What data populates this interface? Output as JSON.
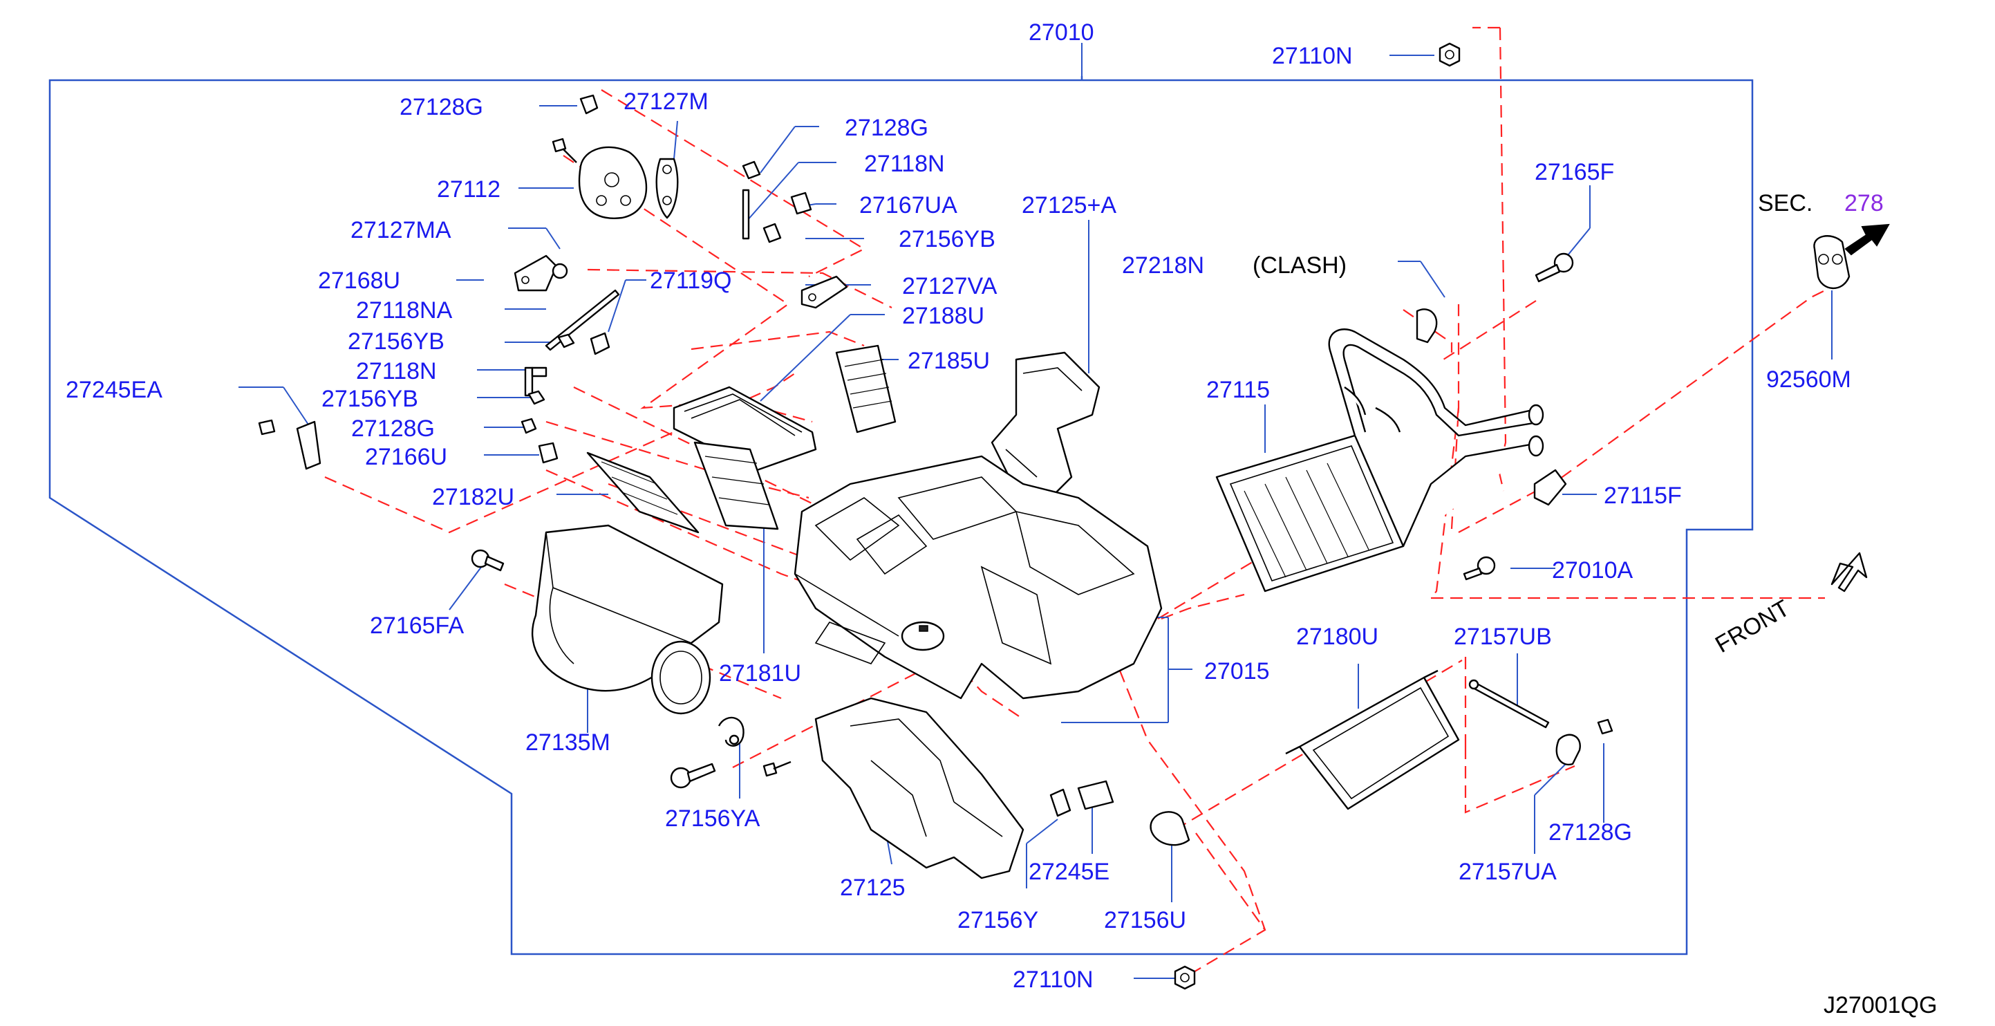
{
  "diagram_title_code": "27010",
  "diagram_ref": "J27001QG",
  "section_ref": {
    "prefix": "SEC.",
    "number": "278",
    "number_color": "#8a2be2"
  },
  "front_label": "FRONT",
  "clash_label": "(CLASH)",
  "colors": {
    "callout": "#1a1aee",
    "frame": "#2b55c8",
    "dashed": "#ff2222",
    "part_outline": "#000000"
  },
  "callouts": {
    "c27110N_top": "27110N",
    "c27128G_1": "27128G",
    "c27127M": "27127M",
    "c27112": "27112",
    "c27127MA": "27127MA",
    "c27168U": "27168U",
    "c27118NA": "27118NA",
    "c27119Q": "27119Q",
    "c27156YB_1": "27156YB",
    "c27118N_1": "27118N",
    "c27156YB_2": "27156YB",
    "c27128G_2": "27128G",
    "c27166U": "27166U",
    "c27245EA": "27245EA",
    "c27182U": "27182U",
    "c27128G_3": "27128G",
    "c27118N_2": "27118N",
    "c27167UA": "27167UA",
    "c27156YB_3": "27156YB",
    "c27127VA": "27127VA",
    "c27188U": "27188U",
    "c27185U": "27185U",
    "c27125A": "27125+A",
    "c27218N": "27218N",
    "c27165F": "27165F",
    "c92560M": "92560M",
    "c27115": "27115",
    "c27115F": "27115F",
    "c27010A": "27010A",
    "c27015": "27015",
    "c27165FA": "27165FA",
    "c27181U": "27181U",
    "c27135M": "27135M",
    "c27156YA": "27156YA",
    "c27125": "27125",
    "c27245E": "27245E",
    "c27156Y": "27156Y",
    "c27156U": "27156U",
    "c27110N_bottom": "27110N",
    "c27180U": "27180U",
    "c27157UB": "27157UB",
    "c27128G_4": "27128G",
    "c27157UA": "27157UA"
  }
}
